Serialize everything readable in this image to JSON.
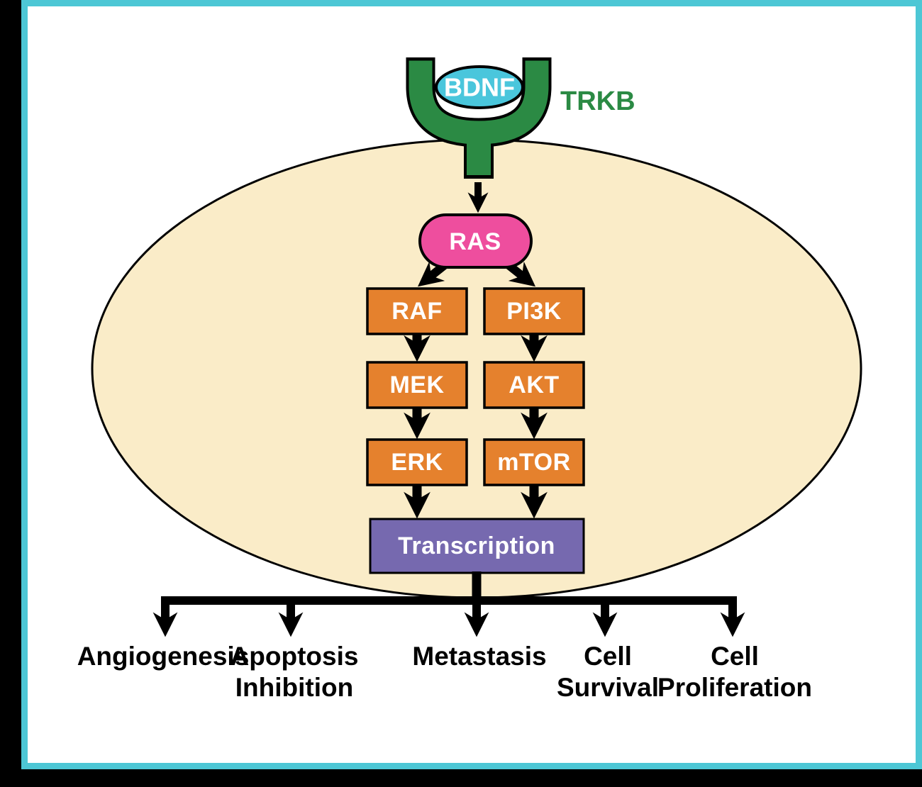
{
  "diagram": {
    "ligand_label": "BDNF",
    "receptor_label": "TRKB",
    "nodes": {
      "ras": "RAS",
      "raf": "RAF",
      "pi3k": "PI3K",
      "mek": "MEK",
      "akt": "AKT",
      "erk": "ERK",
      "mtor": "mTOR",
      "transcription": "Transcription"
    },
    "outcomes": [
      {
        "lines": [
          "Angiogenesis",
          ""
        ]
      },
      {
        "lines": [
          "Apoptosis",
          "Inhibition"
        ]
      },
      {
        "lines": [
          "Metastasis",
          ""
        ]
      },
      {
        "lines": [
          "Cell",
          "Survival"
        ]
      },
      {
        "lines": [
          "Cell",
          "Proliferation"
        ]
      }
    ],
    "colors": {
      "frame_teal": "#4DC7D5",
      "cell_fill_cream": "#FAECC8",
      "receptor_green": "#2B8A44",
      "ligand_cyan": "#4AC6DC",
      "ras_pink": "#EE4E9E",
      "kinase_orange": "#E5812D",
      "transcription_purple": "#7669AF",
      "arrow_black": "#000000",
      "background_black": "#000000",
      "panel_white": "#FFFFFF"
    }
  }
}
